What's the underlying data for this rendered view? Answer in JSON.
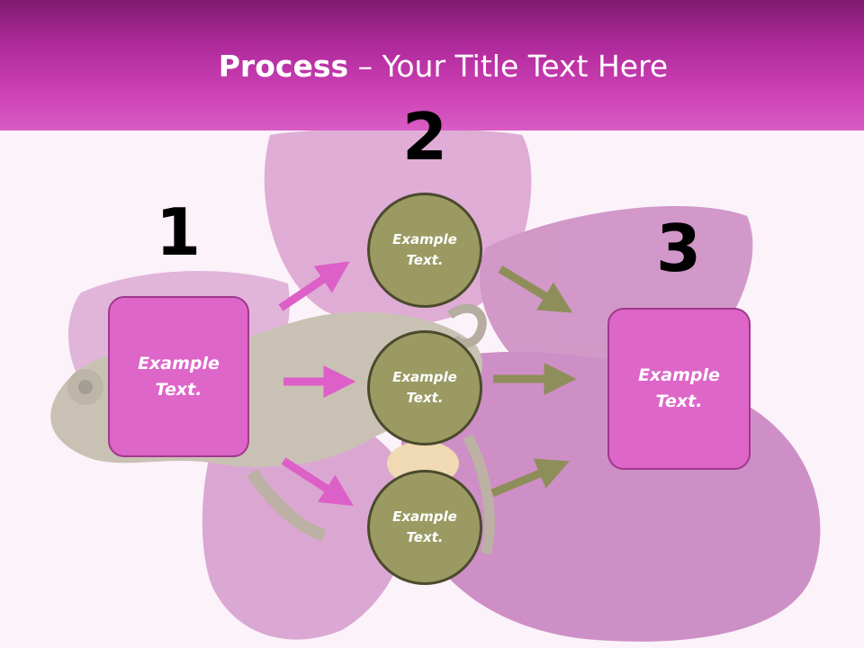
{
  "slide": {
    "title_strong": "Process",
    "title_rest": " – Your Title Text Here"
  },
  "steps": [
    {
      "number": "1",
      "text": "Example\nText."
    },
    {
      "number": "2",
      "items": [
        "Example\nText.",
        "Example\nText.",
        "Example\nText."
      ]
    },
    {
      "number": "3",
      "text": "Example\nText."
    }
  ],
  "colors": {
    "header": "#c13aaa",
    "box_fill": "#dd66c8",
    "circle_fill": "#9a9a62",
    "arrow_in": "#dd5fc8",
    "arrow_out": "#8e8e5a"
  }
}
